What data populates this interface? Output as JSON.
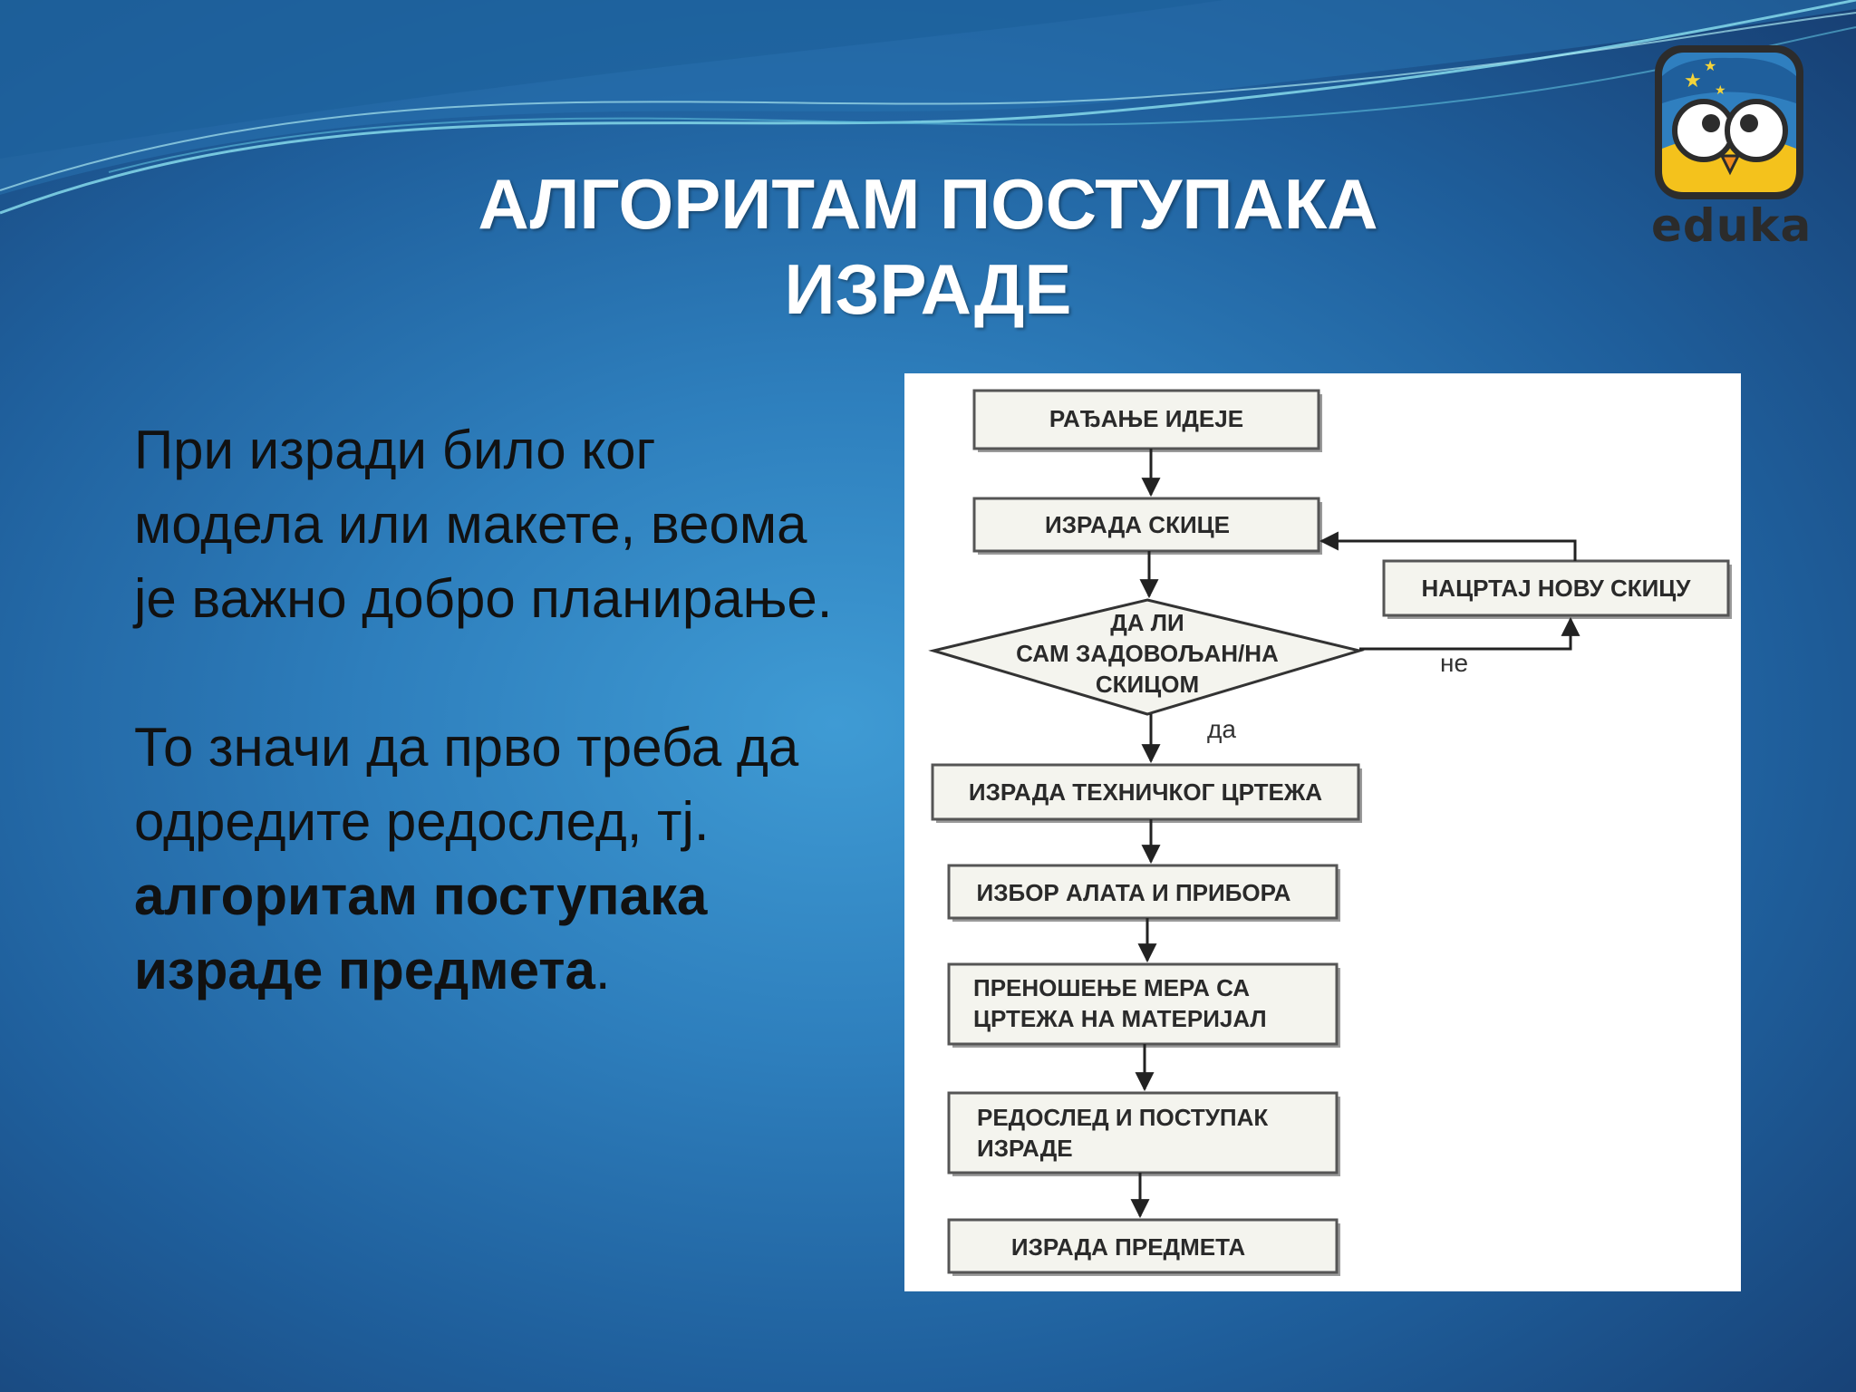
{
  "slide": {
    "title_line1": "АЛГОРИТАМ ПОСТУПАКА",
    "title_line2": "ИЗРАДЕ",
    "logo_text": "eduka",
    "logo_icon": "owl-icon",
    "colors": {
      "background": "#2e7fbd",
      "title": "#ffffff",
      "text": "#111111",
      "panel": "#ffffff"
    }
  },
  "body": {
    "paragraph1": "При изради било ког модела или макете, веома је важно добро планирање.",
    "paragraph2_plain": "То значи да прво треба да одредите редослед, тј.",
    "paragraph2_bold": "алгоритам поступака израде предмета",
    "paragraph2_end": "."
  },
  "flowchart": {
    "steps": {
      "s1": "РАЂАЊЕ ИДЕЈЕ",
      "s2": "ИЗРАДА СКИЦЕ",
      "decision_l1": "ДА ЛИ",
      "decision_l2": "САМ ЗАДОВОЉАН/НА",
      "decision_l3": "СКИЦОМ",
      "side": "НАЦРТАЈ НОВУ СКИЦУ",
      "s3": "ИЗРАДА ТЕХНИЧКОГ ЦРТЕЖА",
      "s4": "ИЗБОР АЛАТА И ПРИБОРА",
      "s5_l1": "ПРЕНОШЕЊЕ МЕРА СА",
      "s5_l2": "ЦРТЕЖА НА МАТЕРИЈАЛ",
      "s6_l1": "РЕДОСЛЕД И ПОСТУПАК",
      "s6_l2": "ИЗРАДЕ",
      "s7": "ИЗРАДА ПРЕДМЕТА"
    },
    "label_no": "не",
    "label_yes": "да"
  }
}
